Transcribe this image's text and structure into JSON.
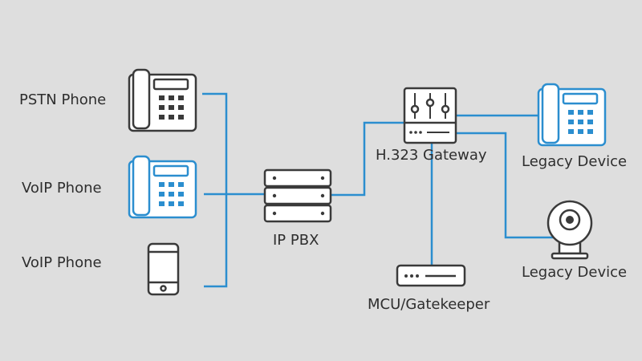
{
  "colors": {
    "background": "#dedede",
    "link": "#2b8ecf",
    "device_gray": "#3a3a3a",
    "device_blue": "#2b8ecf",
    "device_fill": "#ffffff",
    "text": "#2e2e2e"
  },
  "nodes": [
    {
      "id": "pstn-phone",
      "label": "PSTN Phone",
      "icon": "desk-phone-icon",
      "tone": "gray"
    },
    {
      "id": "voip-phone-desk",
      "label": "VoIP Phone",
      "icon": "desk-phone-icon",
      "tone": "blue"
    },
    {
      "id": "voip-phone-mobile",
      "label": "VoIP Phone",
      "icon": "smartphone-icon",
      "tone": "gray"
    },
    {
      "id": "ip-pbx",
      "label": "IP PBX",
      "icon": "server-stack-icon",
      "tone": "gray"
    },
    {
      "id": "h323-gateway",
      "label": "H.323 Gateway",
      "icon": "gateway-mixer-icon",
      "tone": "gray"
    },
    {
      "id": "mcu-gatekeeper",
      "label": "MCU/Gatekeeper",
      "icon": "rack-unit-icon",
      "tone": "gray"
    },
    {
      "id": "legacy-phone",
      "label": "Legacy Device",
      "icon": "desk-phone-icon",
      "tone": "blue"
    },
    {
      "id": "legacy-webcam",
      "label": "Legacy Device",
      "icon": "webcam-icon",
      "tone": "gray"
    }
  ],
  "links": [
    {
      "from": "pstn-phone",
      "to": "ip-pbx"
    },
    {
      "from": "voip-phone-desk",
      "to": "ip-pbx"
    },
    {
      "from": "voip-phone-mobile",
      "to": "ip-pbx"
    },
    {
      "from": "ip-pbx",
      "to": "h323-gateway"
    },
    {
      "from": "h323-gateway",
      "to": "legacy-phone"
    },
    {
      "from": "h323-gateway",
      "to": "mcu-gatekeeper"
    },
    {
      "from": "h323-gateway",
      "to": "legacy-webcam"
    }
  ]
}
